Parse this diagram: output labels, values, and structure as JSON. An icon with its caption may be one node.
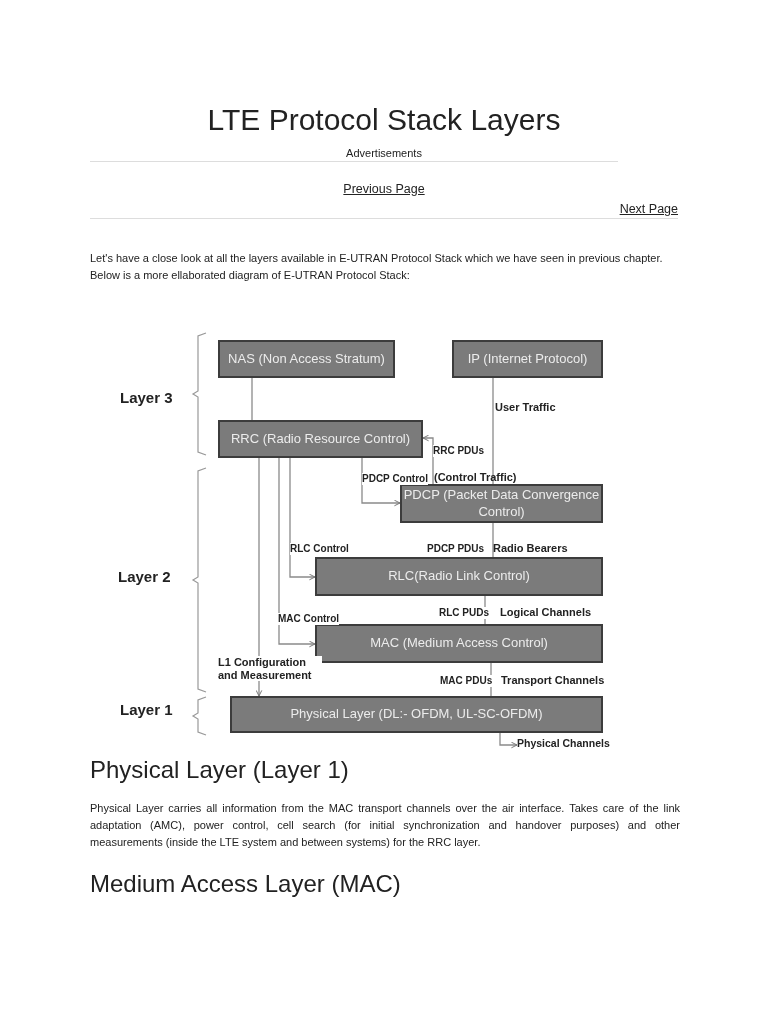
{
  "diagram": {
    "title": "LTE Protocol Stack Layers",
    "nodes": [
      {
        "text": [
          "NAS (Non Access Stratum)"
        ]
      },
      {
        "text": [
          "IP (Internet Protocol)"
        ]
      },
      {
        "text": [
          "RRC (Radio Resource Control)"
        ]
      },
      {
        "text": [
          "PDCP (Packet Data Convergence Control)"
        ]
      },
      {
        "text": [
          "RLC(Radio Link Control)"
        ]
      },
      {
        "text": [
          "MAC (Medium Access Control)"
        ]
      },
      {
        "text": [
          "Physical Layer (DL:- OFDM, UL-SC-OFDM)"
        ]
      },
      {
        "text": [
          "Physical Channels"
        ]
      }
    ],
    "edges": [
      {
        "from": 0,
        "to": 2,
        "arrow": "none"
      },
      {
        "from": 1,
        "to": 3,
        "arrow": "none",
        "label": "User Traffic"
      },
      {
        "from": 3,
        "to": 2,
        "arrow": "to",
        "label": "RRC PDUs"
      },
      {
        "from": 2,
        "to": 3,
        "arrow": "to",
        "label": "PDCP Control"
      },
      {
        "from": 2,
        "to": 4,
        "arrow": "to",
        "label": "RLC Control"
      },
      {
        "from": 2,
        "to": 5,
        "arrow": "to",
        "label": "MAC Control"
      },
      {
        "from": 2,
        "to": 6,
        "arrow": "to",
        "label": "L1 Configuration and Measurement"
      },
      {
        "from": 3,
        "to": 4,
        "arrow": "none",
        "label": "PDCP PDUs"
      },
      {
        "from": 4,
        "to": 5,
        "arrow": "none",
        "label": "RLC PUDs"
      },
      {
        "from": 5,
        "to": 6,
        "arrow": "none",
        "label": "MAC PDUs"
      },
      {
        "from": 6,
        "to": 7,
        "arrow": "to"
      }
    ],
    "labels": [
      "Advertisements",
      "Previous Page",
      "Next Page",
      "Let's have a close look at all the layers available in E-UTRAN Protocol Stack which we have seen in previous chapter. Below is a more ellaborated diagram of E-UTRAN Protocol Stack:",
      "Layer 3",
      "(Control Traffic)",
      "Layer 2",
      "Radio Bearers",
      "Logical Channels",
      "Layer 1",
      "Transport Channels",
      "Physical Layer (Layer 1)",
      "Physical Layer carries all information from the MAC transport channels over the air interface. Takes care of the link adaptation (AMC), power control, cell search (for initial synchronization and handover purposes) and other measurements (inside the LTE system and between systems) for the RRC layer.",
      "Medium Access Layer (MAC)"
    ]
  }
}
